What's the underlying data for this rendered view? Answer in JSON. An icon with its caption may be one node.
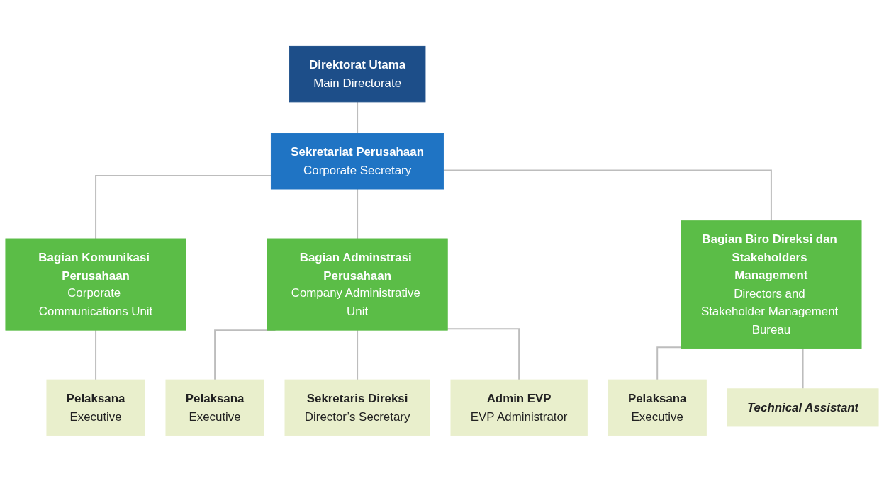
{
  "diagram": {
    "nodes": [
      {
        "text": [
          "Direktorat Utama",
          "Main Directorate"
        ]
      },
      {
        "text": [
          "Sekretariat Perusahaan",
          "Corporate Secretary"
        ]
      },
      {
        "text": [
          "Bagian Komunikasi Perusahaan",
          "Corporate Communications Unit"
        ]
      },
      {
        "text": [
          "Bagian Adminstrasi Perusahaan",
          "Company Administrative Unit"
        ]
      },
      {
        "text": [
          "Bagian Biro Direksi dan Stakeholders Management",
          "Directors and Stakeholder Management Bureau"
        ]
      },
      {
        "text": [
          "Pelaksana",
          "Executive"
        ]
      },
      {
        "text": [
          "Pelaksana",
          "Executive"
        ]
      },
      {
        "text": [
          "Sekretaris Direksi",
          "Director’s Secretary"
        ]
      },
      {
        "text": [
          "Admin EVP",
          "EVP Administrator"
        ]
      },
      {
        "text": [
          "Pelaksana",
          "Executive"
        ]
      },
      {
        "text": [
          "Technical Assistant"
        ]
      }
    ],
    "edges": [
      {
        "from": 0,
        "to": 1,
        "arrow": "none"
      },
      {
        "from": 1,
        "to": 2,
        "arrow": "none"
      },
      {
        "from": 1,
        "to": 3,
        "arrow": "none"
      },
      {
        "from": 1,
        "to": 4,
        "arrow": "none"
      },
      {
        "from": 2,
        "to": 5,
        "arrow": "none"
      },
      {
        "from": 3,
        "to": 6,
        "arrow": "none"
      },
      {
        "from": 3,
        "to": 7,
        "arrow": "none"
      },
      {
        "from": 3,
        "to": 8,
        "arrow": "none"
      },
      {
        "from": 4,
        "to": 9,
        "arrow": "none"
      },
      {
        "from": 4,
        "to": 10,
        "arrow": "none"
      }
    ]
  }
}
